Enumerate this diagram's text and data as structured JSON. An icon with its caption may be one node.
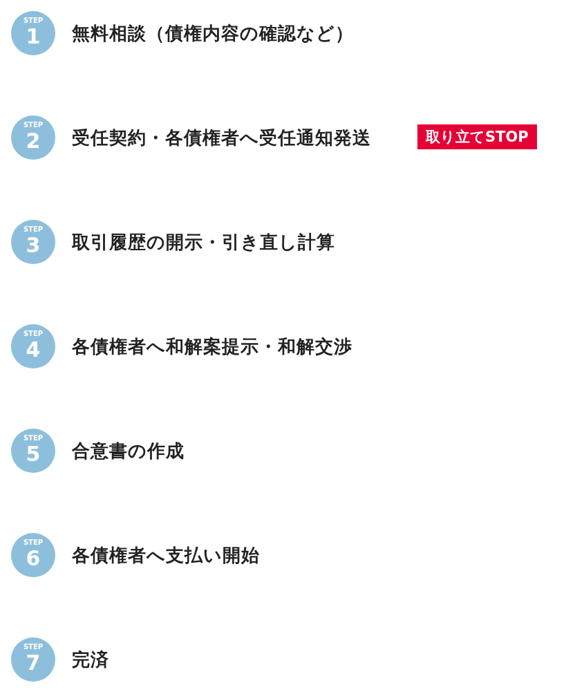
{
  "diagram": {
    "nodes": [
      {
        "text": [
          "STEP",
          "1"
        ],
        "beside": [
          "無料相談（債権内容の確認など）"
        ]
      },
      {
        "text": [
          "STEP",
          "2"
        ],
        "beside": [
          "受任契約・各債権者へ受任通知発送"
        ]
      },
      {
        "text": [
          "取り立てSTOP"
        ]
      },
      {
        "text": [
          "STEP",
          "3"
        ],
        "beside": [
          "取引履歴の開示・引き直し計算"
        ]
      },
      {
        "text": [
          "STEP",
          "4"
        ],
        "beside": [
          "各債権者へ和解案提示・和解交渉"
        ]
      },
      {
        "text": [
          "STEP",
          "5"
        ],
        "beside": [
          "合意書の作成"
        ]
      },
      {
        "text": [
          "STEP",
          "6"
        ],
        "beside": [
          "各債権者へ支払い開始"
        ]
      },
      {
        "text": [
          "STEP",
          "7"
        ],
        "beside": [
          "完済"
        ]
      }
    ],
    "edges": []
  }
}
